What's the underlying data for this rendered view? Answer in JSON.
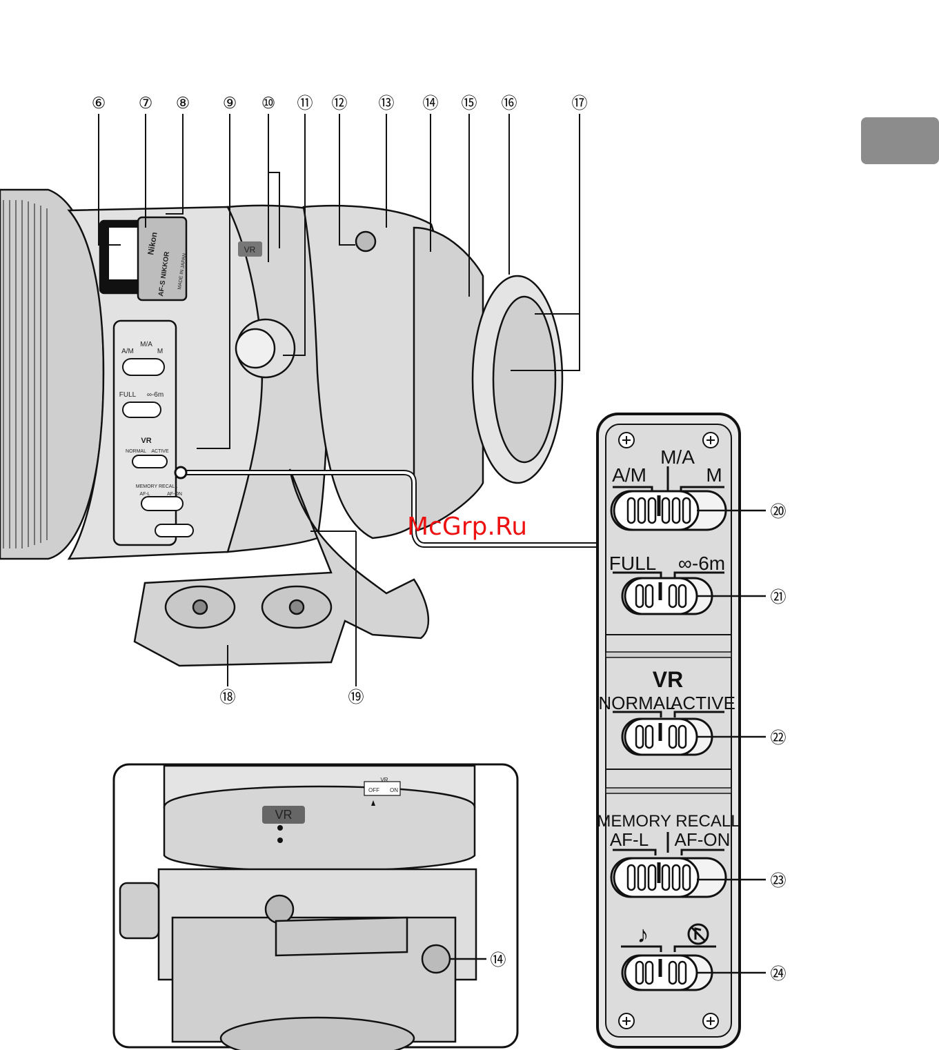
{
  "section_tab": {
    "color": "#8c8c8c"
  },
  "callouts": {
    "c6": "⑥",
    "c7": "⑦",
    "c8": "⑧",
    "c9": "⑨",
    "c10": "⑩",
    "c11": "⑪",
    "c12": "⑫",
    "c13": "⑬",
    "c14": "⑭",
    "c15": "⑮",
    "c16": "⑯",
    "c17": "⑰",
    "c18": "⑱",
    "c19": "⑲",
    "c20": "⑳",
    "c21": "㉑",
    "c22": "㉒",
    "c23": "㉓",
    "c24": "㉔",
    "c14b": "⑭"
  },
  "switch_panel": {
    "focus_mode": {
      "a_m": "A/M",
      "m_a": "M/A",
      "m": "M"
    },
    "focus_limit": {
      "full": "FULL",
      "range": "∞-6m"
    },
    "vr": {
      "title": "VR",
      "normal": "NORMAL",
      "active": "ACTIVE"
    },
    "memory": {
      "header": "MEMORY RECALL",
      "af_l": "AF-L",
      "af_on": "AF-ON"
    },
    "sound": {
      "on_symbol": "♪",
      "off_symbol": "sound-off-icon"
    }
  },
  "lens_markings": {
    "vr_badge": "VR",
    "vr_switch": {
      "title": "VR",
      "off": "OFF",
      "on": "ON"
    },
    "brand": "Nikon",
    "model": "AF-S NIKKOR",
    "made_in": "MADE IN JAPAN",
    "small_switch": {
      "m_a": "M/A",
      "a_m": "A/M",
      "m": "M",
      "full": "FULL",
      "range": "∞-6m",
      "vr": "VR",
      "normal": "NORMAL",
      "active": "ACTIVE",
      "memory_recall": "MEMORY RECALL",
      "af_l": "AF-L",
      "af_on": "AF-ON"
    }
  },
  "watermark": "McGrp.Ru"
}
